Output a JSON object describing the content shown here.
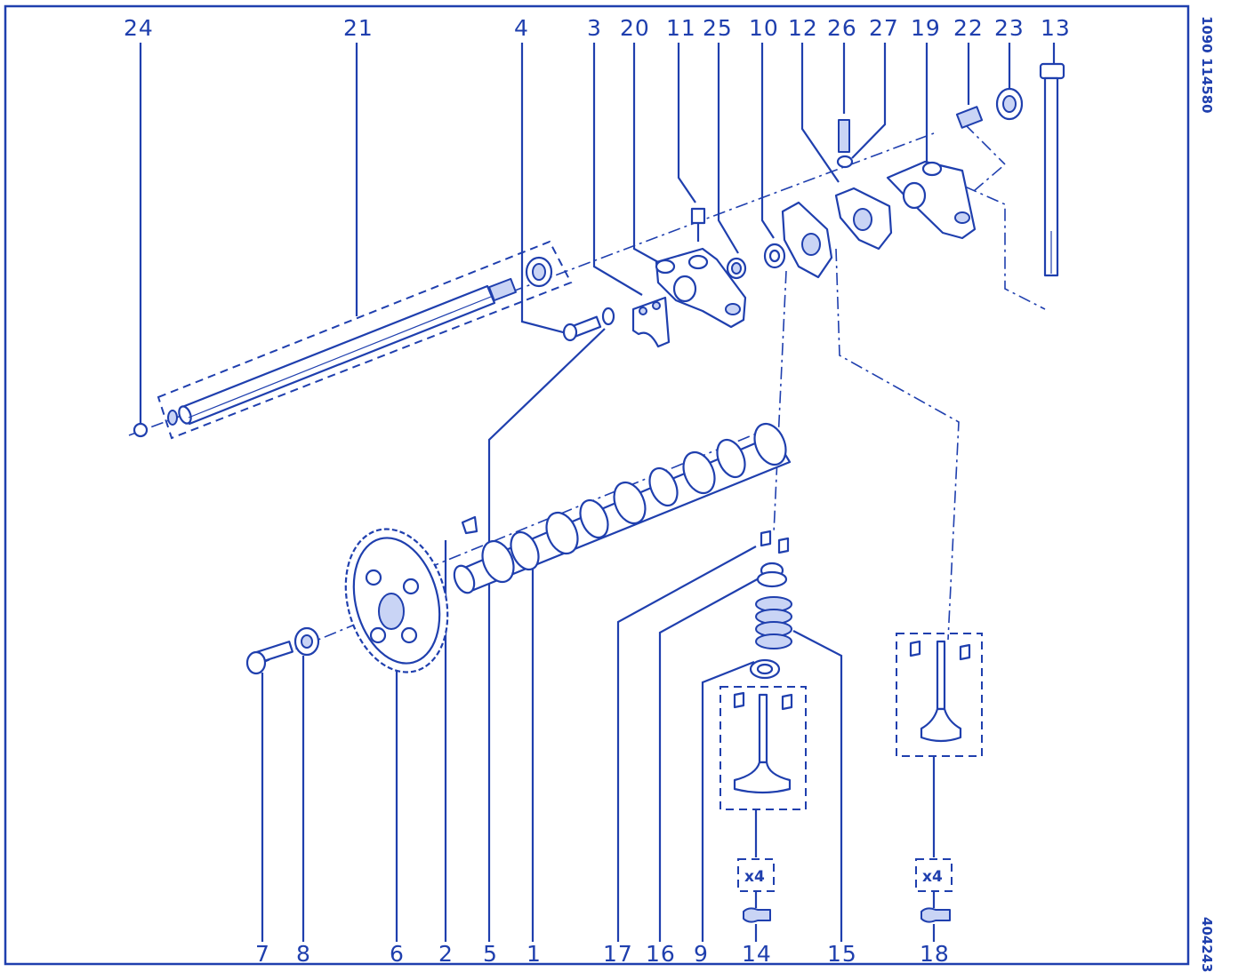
{
  "colors": {
    "ink": "#1f3fae",
    "paper": "#ffffff"
  },
  "top_labels": [
    "24",
    "21",
    "4",
    "3",
    "20",
    "11",
    "25",
    "10",
    "12",
    "26",
    "27",
    "19",
    "22",
    "23",
    "13"
  ],
  "bottom_labels": [
    "7",
    "8",
    "6",
    "2",
    "5",
    "1",
    "17",
    "16",
    "9",
    "14",
    "15",
    "18"
  ],
  "side_code_top": "1090  114580",
  "side_code_bottom": "404243",
  "quantity_left": "x4",
  "quantity_right": "x4"
}
